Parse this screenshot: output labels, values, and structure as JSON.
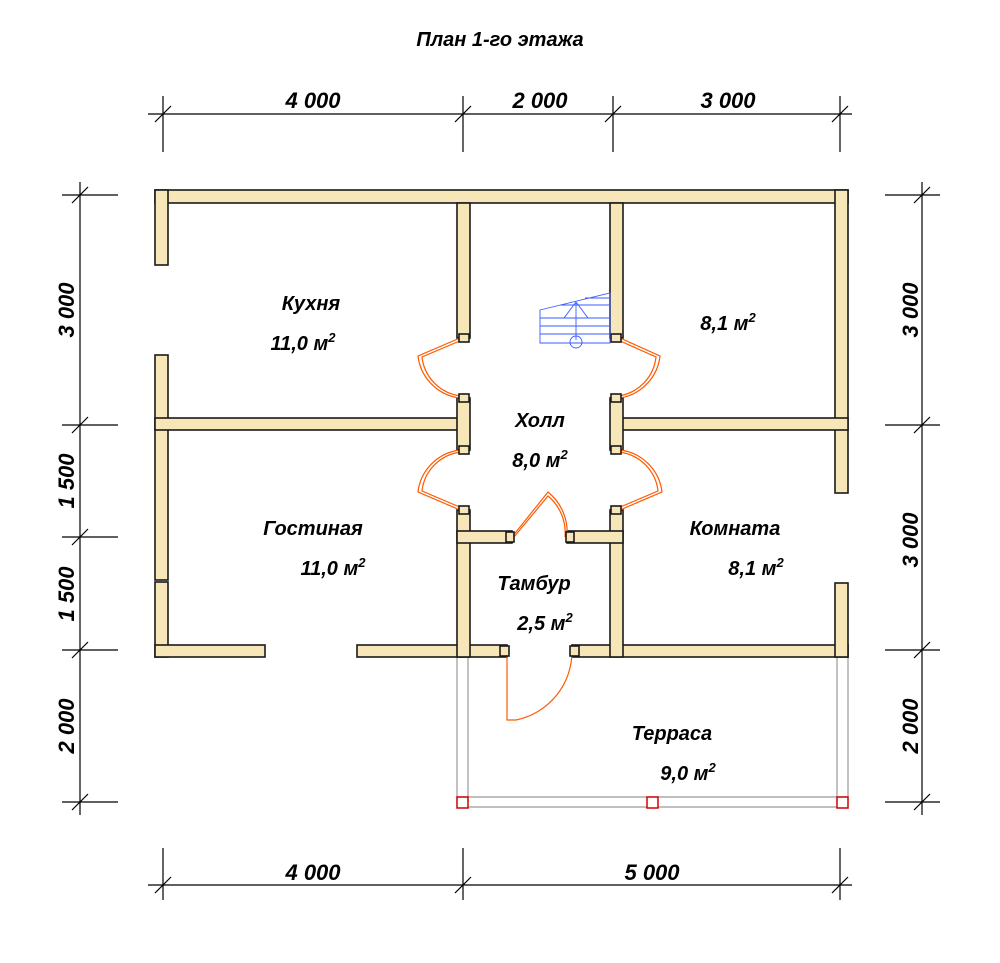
{
  "title": "План 1-го этажа",
  "dimensions": {
    "top": [
      "4 000",
      "2 000",
      "3 000"
    ],
    "bottom": [
      "4 000",
      "5 000"
    ],
    "left": [
      "3 000",
      "1 500",
      "1 500",
      "2 000"
    ],
    "right": [
      "3 000",
      "3 000",
      "2 000"
    ]
  },
  "rooms": [
    {
      "name": "Кухня",
      "area": "11,0 м",
      "sup": "2"
    },
    {
      "name": "",
      "area": "8,1 м",
      "sup": "2"
    },
    {
      "name": "Холл",
      "area": "8,0 м",
      "sup": "2"
    },
    {
      "name": "Гостиная",
      "area": "11,0 м",
      "sup": "2"
    },
    {
      "name": "Комната",
      "area": "8,1 м",
      "sup": "2"
    },
    {
      "name": "Тамбур",
      "area": "2,5 м",
      "sup": "2"
    },
    {
      "name": "Терраса",
      "area": "9,0 м",
      "sup": "2"
    }
  ],
  "colors": {
    "wall": "#f7e6b8",
    "door": "#ff5a00",
    "stair": "#3a5bff",
    "post": "#d00000"
  }
}
